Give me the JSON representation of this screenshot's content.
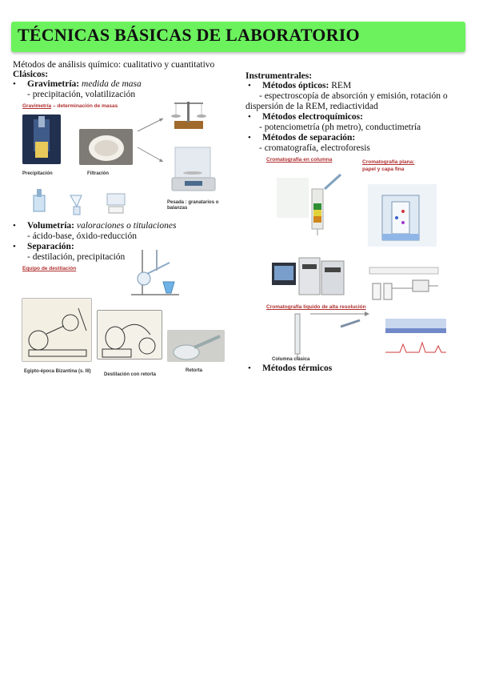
{
  "title": "TÉCNICAS BÁSICAS DE LABORATORIO",
  "colors": {
    "title_bar": "#6bf25d",
    "caption_red": "#b03030",
    "text": "#111111"
  },
  "left": {
    "intro": "Métodos de análisis químico: cualitativo y cuantitativo",
    "classics_heading": "Clásicos:",
    "gravimetria": {
      "bullet": "•",
      "label": "Gravimetría:",
      "desc": "medida de masa",
      "sub": "- precipitación, volatilización"
    },
    "grav_figure_title": "Gravimetría",
    "grav_figure_sub": "– determinación de masas",
    "cap_precipitacion": "Precipitación",
    "cap_filtracion": "Filtración",
    "cap_pesada_1": "Pesada : granatarios o",
    "cap_pesada_2": "balanzas",
    "volumetria": {
      "bullet": "•",
      "label": "Volumetría:",
      "desc": "valoraciones o titulaciones",
      "sub": "- ácido-base, óxido-reducción"
    },
    "separacion": {
      "bullet": "•",
      "label": "Separación:",
      "sub": "- destilación, precipitación"
    },
    "dest_figure_title": "Equipo de destilación",
    "cap_egipto": "Egipto-época Bizantina (s. III)",
    "cap_retorta_dest": "Destilación con retorta",
    "cap_retorta": "Retorta"
  },
  "right": {
    "heading": "Instrumentrales:",
    "opticos": {
      "bullet": "•",
      "label": "Métodos ópticos:",
      "rest": "REM",
      "sub1": "- espectroscopía de absorción y emisión, rotación o",
      "sub2": "dispersión de la REM, rediactividad"
    },
    "electro": {
      "bullet": "•",
      "label": "Métodos electroquímicos:",
      "sub": "- potenciometría (ph metro), conductimetría"
    },
    "separacion": {
      "bullet": "•",
      "label": "Métodos de separación:",
      "sub": "- cromatografía, electroforesis"
    },
    "crom_columna": "Cromatografía en columna",
    "crom_plana_1": "Cromatografía plana:",
    "crom_plana_2": "papel y capa fina",
    "crom_hplc": "Cromatografía líquido de alta resolución",
    "cap_columna": "Columna clásica",
    "termicos": {
      "bullet": "•",
      "label": "Métodos térmicos"
    }
  }
}
